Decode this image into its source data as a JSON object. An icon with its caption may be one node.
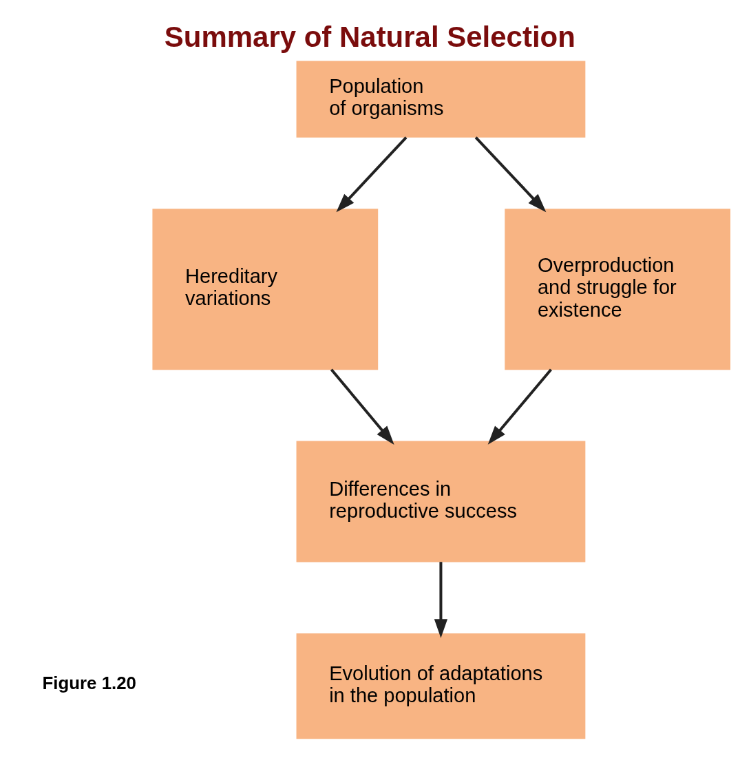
{
  "diagram": {
    "title": "Summary of Natural Selection",
    "caption": "Figure 1.20",
    "nodes": [
      {
        "text": [
          "Population of organisms"
        ]
      },
      {
        "text": [
          "Hereditary variations"
        ]
      },
      {
        "text": [
          "Overproduction and struggle for existence"
        ]
      },
      {
        "text": [
          "Differences in reproductive success"
        ]
      },
      {
        "text": [
          "Evolution of adaptations in the population"
        ]
      }
    ],
    "edges": [
      {
        "from": 0,
        "to": 1,
        "arrow": "to"
      },
      {
        "from": 0,
        "to": 2,
        "arrow": "to"
      },
      {
        "from": 1,
        "to": 3,
        "arrow": "to"
      },
      {
        "from": 2,
        "to": 3,
        "arrow": "to"
      },
      {
        "from": 3,
        "to": 4,
        "arrow": "to"
      }
    ]
  }
}
